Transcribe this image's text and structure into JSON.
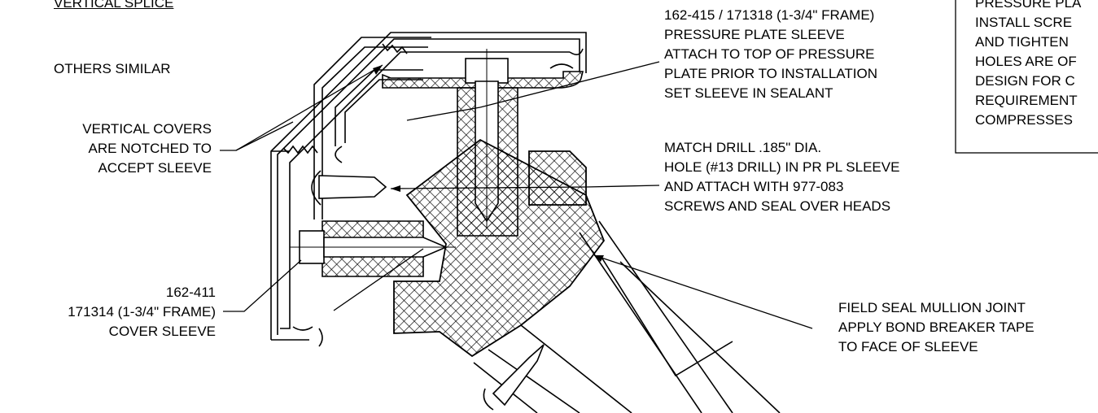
{
  "heading": "VERTICAL SPLICE",
  "notes": {
    "others_similar": "OTHERS SIMILAR",
    "vertical_covers": [
      "VERTICAL COVERS",
      "ARE NOTCHED TO",
      "ACCEPT SLEEVE"
    ],
    "cover_sleeve": [
      "162-411",
      "171314 (1-3/4\" FRAME)",
      "COVER SLEEVE"
    ],
    "pressure_plate_sleeve": [
      "162-415 / 171318 (1-3/4\" FRAME)",
      "PRESSURE PLATE SLEEVE",
      "ATTACH TO TOP OF PRESSURE",
      "PLATE PRIOR TO INSTALLATION",
      "SET SLEEVE IN SEALANT"
    ],
    "match_drill": [
      "MATCH DRILL .185\" DIA.",
      "HOLE (#13 DRILL) IN PR PL SLEEVE",
      "AND ATTACH WITH 977-083",
      "SCREWS AND SEAL OVER HEADS"
    ],
    "field_seal": [
      "FIELD SEAL MULLION JOINT",
      "APPLY BOND BREAKER TAPE",
      "TO FACE OF SLEEVE"
    ],
    "boxed_note": [
      "PRESSURE PLA",
      "INSTALL SCRE",
      "AND TIGHTEN",
      "HOLES ARE OF",
      "DESIGN FOR C",
      "REQUIREMENT",
      "COMPRESSES"
    ]
  }
}
